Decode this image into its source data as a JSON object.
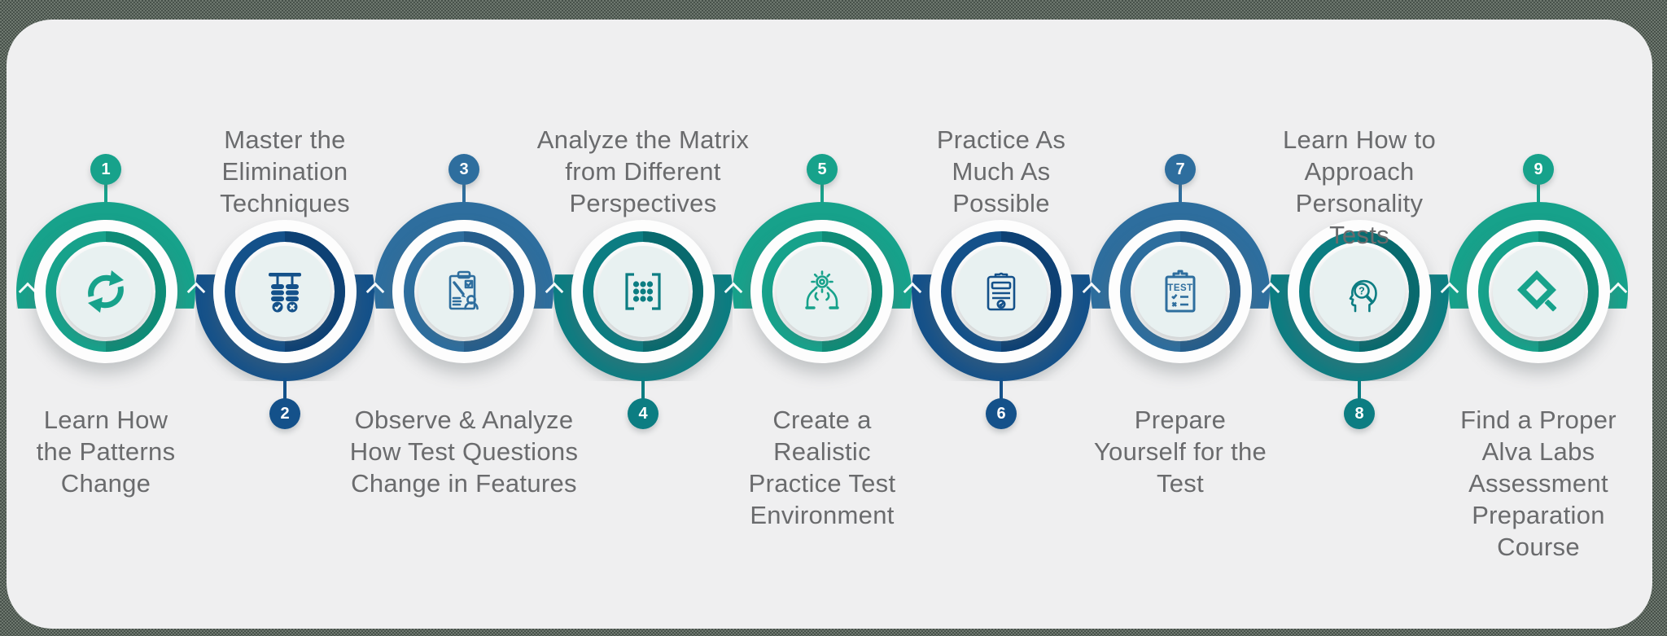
{
  "infographic": {
    "card_bg": "#EFEFF0",
    "outer_bg": "#59635B",
    "title_color": "#6A6B6D",
    "palette": {
      "teal_green": "#17A28B",
      "navy_blue": "#14518A",
      "steel_blue": "#2E6E9E",
      "dark_teal": "#0C7D82"
    },
    "steps": [
      {
        "number": "1",
        "title": "Learn How\nthe Patterns\nChange",
        "icon": "sync-icon",
        "color": "#17A28B",
        "color_dark": "#0F8C77",
        "badge_position": "top"
      },
      {
        "number": "2",
        "title": "Master the\nElimination\nTechniques",
        "icon": "elimination-icon",
        "color": "#14518A",
        "color_dark": "#0E4174",
        "badge_position": "bottom"
      },
      {
        "number": "3",
        "title": "Observe & Analyze\nHow Test Questions\nChange in Features",
        "icon": "assessment-icon",
        "color": "#2E6E9E",
        "color_dark": "#265E8C",
        "badge_position": "top"
      },
      {
        "number": "4",
        "title": "Analyze the Matrix\nfrom Different\nPerspectives",
        "icon": "matrix-icon",
        "color": "#0C7D82",
        "color_dark": "#096A6E",
        "badge_position": "bottom"
      },
      {
        "number": "5",
        "title": "Create a\nRealistic\nPractice Test\nEnvironment",
        "icon": "gear-hands-icon",
        "color": "#17A28B",
        "color_dark": "#0F8C77",
        "badge_position": "top"
      },
      {
        "number": "6",
        "title": "Practice As\nMuch As\nPossible",
        "icon": "checklist-icon",
        "color": "#14518A",
        "color_dark": "#0E4174",
        "badge_position": "bottom"
      },
      {
        "number": "7",
        "title": "Prepare\nYourself for the\nTest",
        "icon": "test-icon",
        "color": "#2E6E9E",
        "color_dark": "#265E8C",
        "badge_position": "top"
      },
      {
        "number": "8",
        "title": "Learn How to\nApproach\nPersonality\nTests",
        "icon": "personality-icon",
        "color": "#0C7D82",
        "color_dark": "#096A6E",
        "badge_position": "bottom"
      },
      {
        "number": "9",
        "title": "Find a Proper\nAlva Labs\nAssessment\nPreparation\nCourse",
        "icon": "alva-logo-icon",
        "color": "#17A28B",
        "color_dark": "#0F8C77",
        "badge_position": "top"
      }
    ]
  }
}
